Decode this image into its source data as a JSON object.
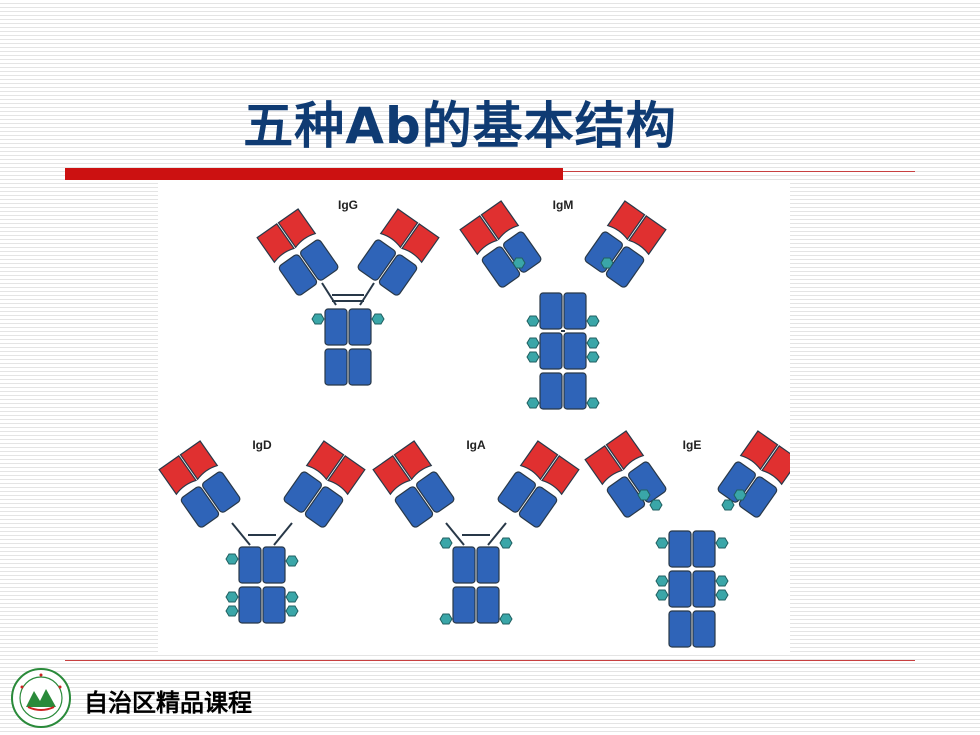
{
  "slide": {
    "title": "五种Ab的基本结构",
    "footer": "自治区精品课程"
  },
  "diagram": {
    "antibodies": [
      "IgG",
      "IgM",
      "IgD",
      "IgA",
      "IgE"
    ]
  },
  "colors": {
    "title": "#0f3b73",
    "variable_domain": "#e03030",
    "constant_domain": "#2f64b8",
    "sugar": "#3aa6a8",
    "accent_red": "#cc1111"
  }
}
